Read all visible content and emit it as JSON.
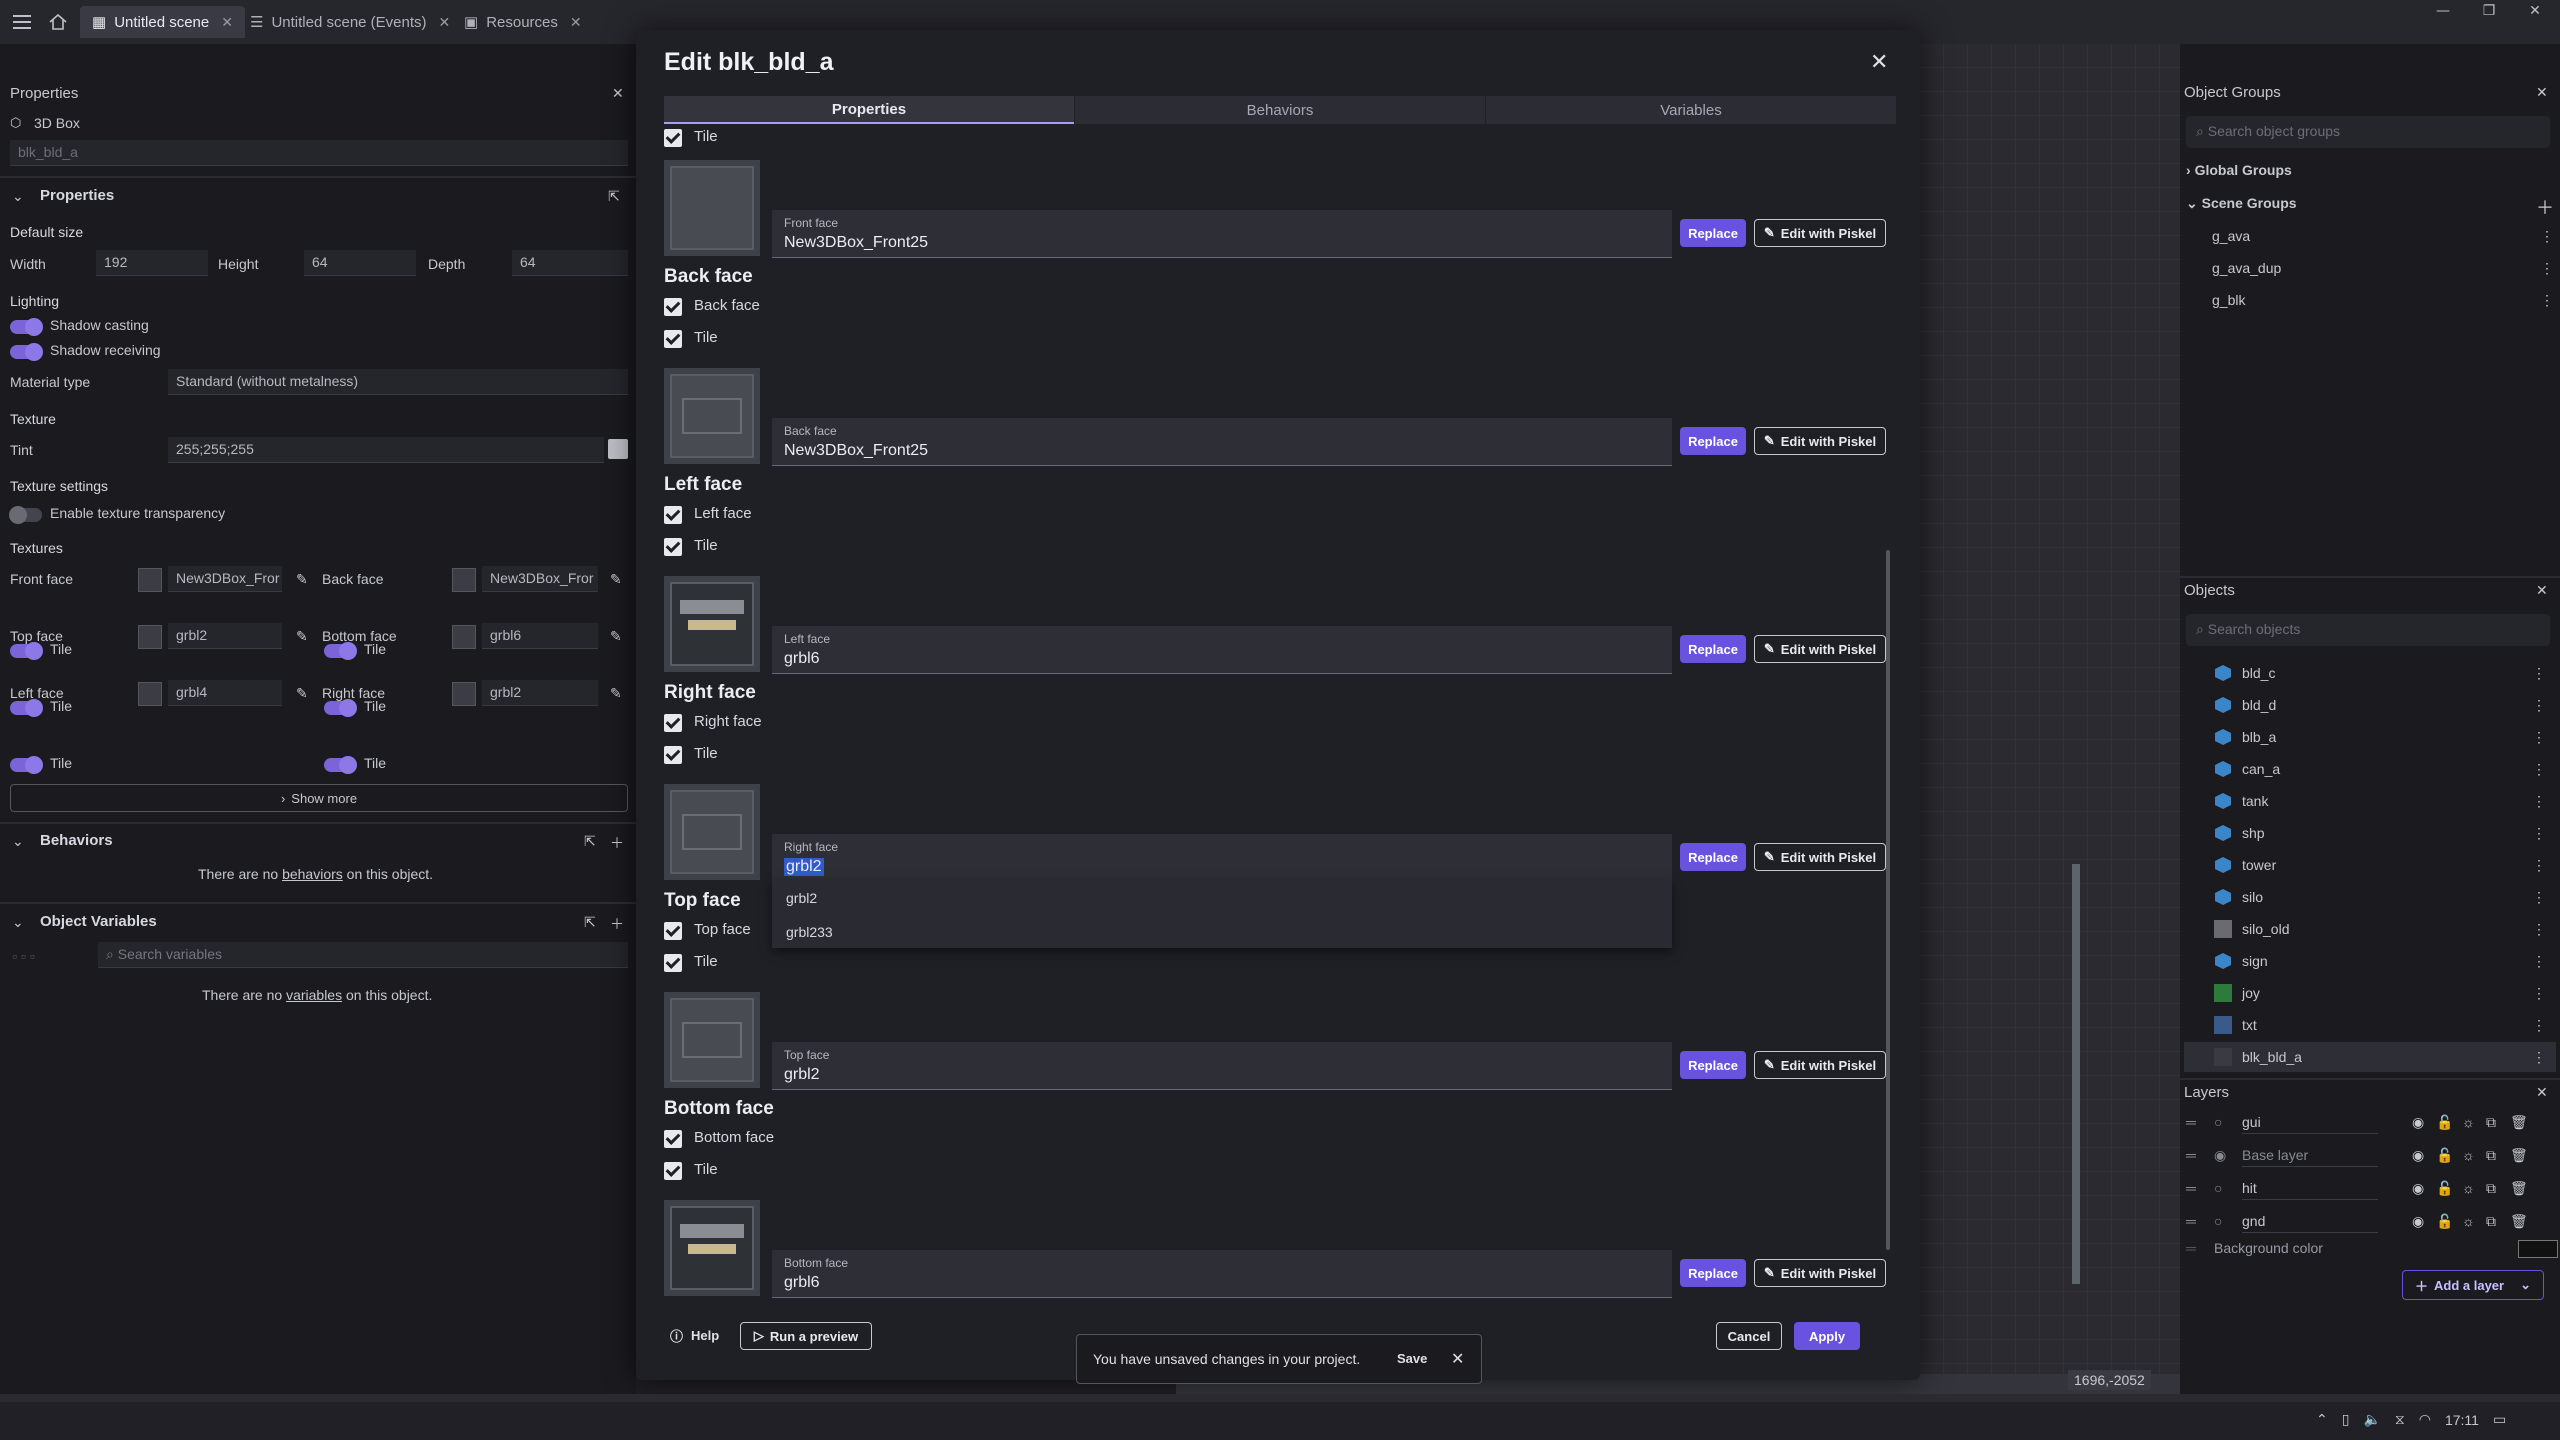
{
  "tabs": [
    {
      "label": "Untitled scene"
    },
    {
      "label": "Untitled scene (Events)"
    },
    {
      "label": "Resources"
    }
  ],
  "left": {
    "panel_title": "Properties",
    "object_type": "3D Box",
    "object_name": "blk_bld_a",
    "properties_header": "Properties",
    "default_size": "Default size",
    "width_label": "Width",
    "width_value": "192",
    "height_label": "Height",
    "height_value": "64",
    "depth_label": "Depth",
    "depth_value": "64",
    "lighting": "Lighting",
    "shadow_casting": "Shadow casting",
    "shadow_receiving": "Shadow receiving",
    "material_label": "Material type",
    "material_value": "Standard (without metalness)",
    "texture": "Texture",
    "tint_label": "Tint",
    "tint_value": "255;255;255",
    "texture_settings": "Texture settings",
    "enable_transparency": "Enable texture transparency",
    "textures": "Textures",
    "front_face": "Front face",
    "front_val": "New3DBox_Fror",
    "back_face": "Back face",
    "back_val": "New3DBox_Fror",
    "top_face": "Top face",
    "top_val": "grbl2",
    "bottom_face": "Bottom face",
    "bottom_val": "grbl6",
    "left_face": "Left face",
    "left_val": "grbl4",
    "right_face": "Right face",
    "right_val": "grbl2",
    "tile": "Tile",
    "show_more": "Show more",
    "behaviors_header": "Behaviors",
    "no_beh_pre": "There are no ",
    "no_beh_link": "behaviors",
    "no_beh_post": " on this object.",
    "variables_header": "Object Variables",
    "search_vars": "Search variables",
    "no_var_pre": "There are no ",
    "no_var_link": "variables",
    "no_var_post": " on this object."
  },
  "modal": {
    "title": "Edit blk_bld_a",
    "tabs": [
      "Properties",
      "Behaviors",
      "Variables"
    ],
    "tile": "Tile",
    "faces": [
      {
        "heading": "Back face",
        "check": "Back face",
        "cap": "Back face",
        "val": "New3DBox_Front25"
      },
      {
        "heading": "Left face",
        "check": "Left face",
        "cap": "Left face",
        "val": "grbl6"
      },
      {
        "heading": "Right face",
        "check": "Right face",
        "cap": "Right face",
        "val": "grbl2"
      },
      {
        "heading": "Top face",
        "check": "Top face",
        "cap": "Top face",
        "val": "grbl2"
      },
      {
        "heading": "Bottom face",
        "check": "Bottom face",
        "cap": "Bottom face",
        "val": "grbl6"
      }
    ],
    "front_cap": "Front face",
    "front_val": "New3DBox_Front25",
    "dropdown": [
      "grbl2",
      "grbl233"
    ],
    "replace": "Replace",
    "edit_piskel": "Edit with Piskel",
    "help": "Help",
    "run_preview": "Run a preview",
    "cancel": "Cancel",
    "apply": "Apply"
  },
  "toast": {
    "text": "You have unsaved changes in your project.",
    "save": "Save"
  },
  "coords": "1696,-2052",
  "right": {
    "groups_title": "Object Groups",
    "search_groups": "Search object groups",
    "global_groups": "Global Groups",
    "scene_groups": "Scene Groups",
    "groups": [
      "g_ava",
      "g_ava_dup",
      "g_blk"
    ],
    "objects_title": "Objects",
    "search_objects": "Search objects",
    "objects": [
      "bld_c",
      "bld_d",
      "blb_a",
      "can_a",
      "tank",
      "shp",
      "tower",
      "silo",
      "silo_old",
      "sign",
      "joy",
      "txt",
      "blk_bld_a"
    ],
    "layers_title": "Layers",
    "layers": [
      "gui",
      "Base layer",
      "hit",
      "gnd"
    ],
    "background_color": "Background color",
    "add_layer": "Add a layer"
  },
  "taskbar": {
    "time": "17:11"
  }
}
